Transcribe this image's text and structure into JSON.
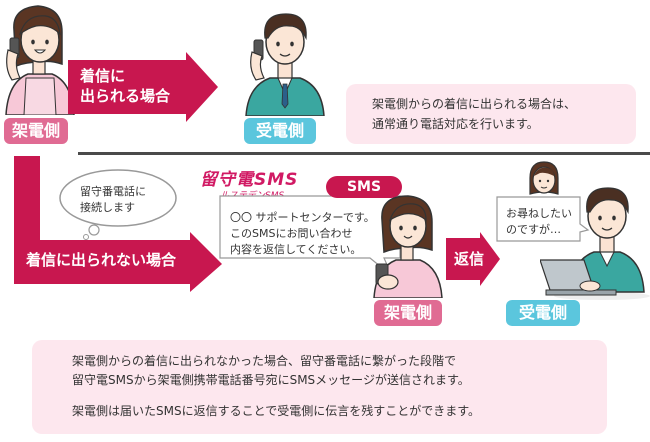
{
  "top": {
    "caller_badge": "架電側",
    "callee_badge": "受電側",
    "arrow_label_line1": "着信に",
    "arrow_label_line2": "出られる場合",
    "note_line1": "架電側からの着信に出られる場合は、",
    "note_line2": "通常通り電話対応を行います。"
  },
  "bottom": {
    "voicemail_bubble_line1": "留守番電話に",
    "voicemail_bubble_line2": "接続します",
    "arrow_label": "着信に出られない場合",
    "logo_main": "留守電SMS",
    "logo_sub": "ルステデンSMS",
    "sms_tag": "SMS",
    "sms_line1": "〇〇 サポートセンターです。",
    "sms_line2": "このSMSにお問い合わせ",
    "sms_line3": "内容を返信してください。",
    "caller_badge": "架電側",
    "reply_label": "返信",
    "callee_bubble_line1": "お尋ねしたい",
    "callee_bubble_line2": "のですが…",
    "callee_badge": "受電側"
  },
  "footer": {
    "line1": "架電側からの着信に出られなかった場合、留守番電話に繋がった段階で",
    "line2": "留守電SMSから架電側携帯電話番号宛にSMSメッセージが送信されます。",
    "line3": "架電側は届いたSMSに返信することで受電側に伝言を残すことができます。"
  },
  "colors": {
    "crimson": "#c8174f",
    "pink_badge": "#e06b93",
    "cyan_badge": "#5bc6dd",
    "pink_panel": "#fde7ee",
    "teal_shirt": "#3aa7a0",
    "dark_hair": "#4a2f22"
  }
}
